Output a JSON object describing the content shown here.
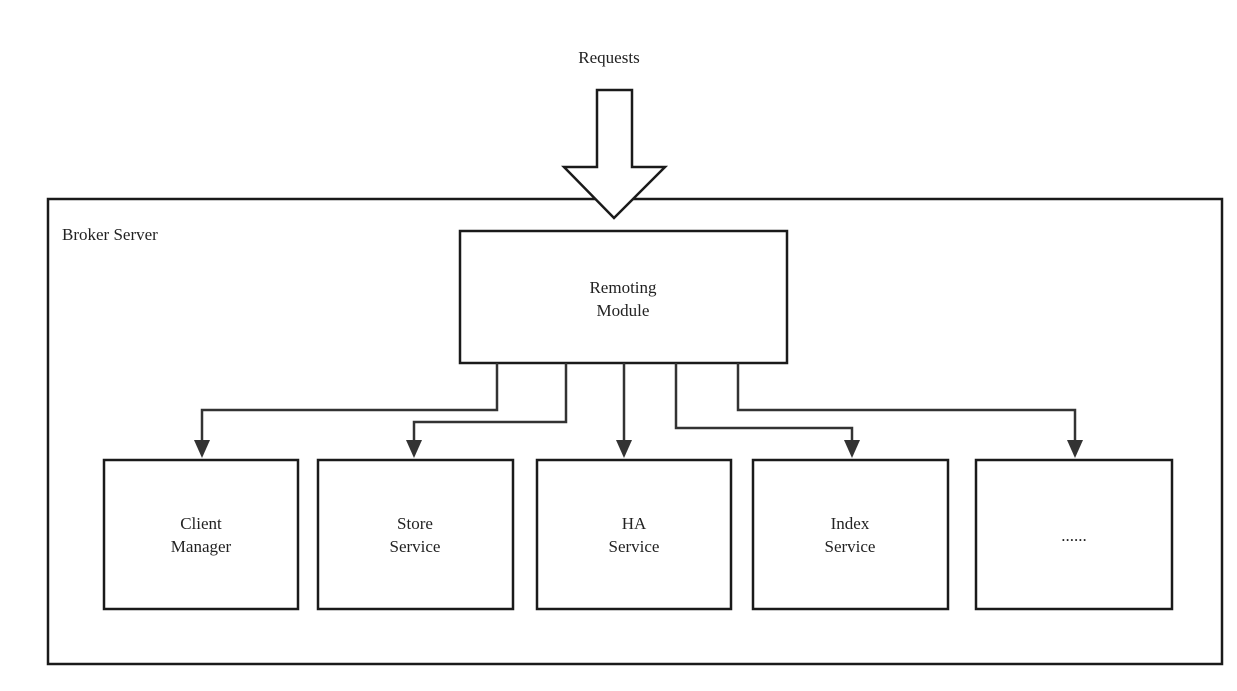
{
  "requests_label": "Requests",
  "container": {
    "label": "Broker Server"
  },
  "remoting": {
    "line1": "Remoting",
    "line2": "Module"
  },
  "services": [
    {
      "line1": "Client",
      "line2": "Manager"
    },
    {
      "line1": "Store",
      "line2": "Service"
    },
    {
      "line1": "HA",
      "line2": "Service"
    },
    {
      "line1": "Index",
      "line2": "Service"
    },
    {
      "line1": "......",
      "line2": ""
    }
  ]
}
